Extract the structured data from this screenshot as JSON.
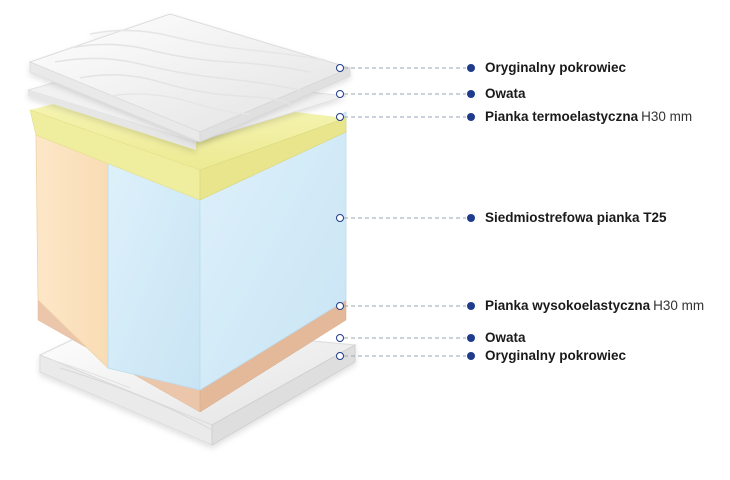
{
  "layers": [
    {
      "id": "top-cover",
      "name": "Oryginalny pokrowiec",
      "suffix": ""
    },
    {
      "id": "top-wadding",
      "name": "Owata",
      "suffix": ""
    },
    {
      "id": "thermo-foam",
      "name": "Pianka termoelastyczna",
      "suffix": "H30 mm"
    },
    {
      "id": "seven-zone",
      "name": "Siedmiostrefowa pianka T25",
      "suffix": ""
    },
    {
      "id": "high-elastic",
      "name": "Pianka wysokoelastyczna",
      "suffix": "H30 mm"
    },
    {
      "id": "bottom-wadding",
      "name": "Owata",
      "suffix": ""
    },
    {
      "id": "bottom-cover",
      "name": "Oryginalny pokrowiec",
      "suffix": ""
    }
  ],
  "colors": {
    "cover": "#f4f4f4",
    "thermo": "#f4f3a6",
    "core_front": "#d6ecf7",
    "core_side": "#fde6c6",
    "high_elastic": "#efcdb5",
    "marker": "#1f3b8c",
    "leader": "#9aa4b8"
  }
}
